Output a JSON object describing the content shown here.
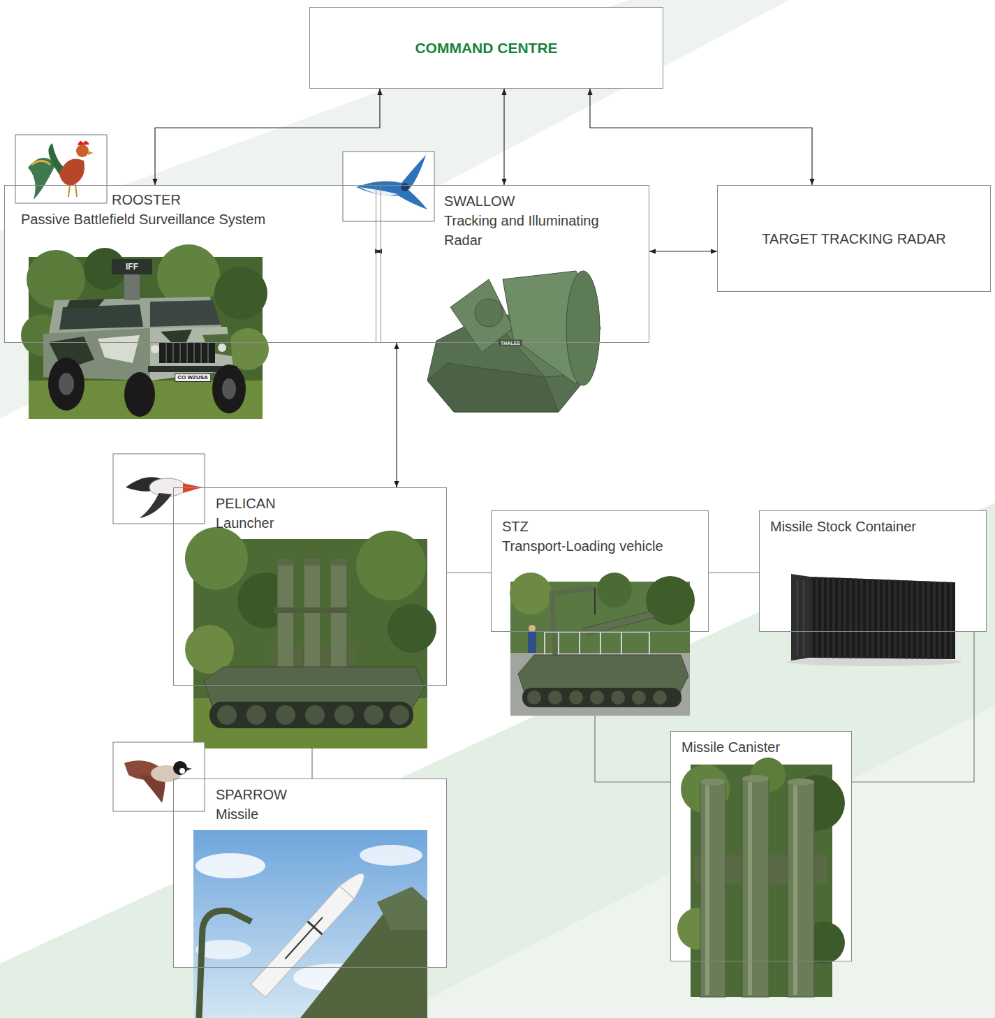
{
  "diagram": {
    "nodes": [
      {
        "text": [
          "COMMAND CENTRE"
        ]
      },
      {
        "text": [
          "ROOSTER",
          "Passive Battlefield Surveillance System"
        ]
      },
      {
        "text": [
          "SWALLOW",
          "Tracking and Illuminating Radar"
        ]
      },
      {
        "text": [
          "TARGET TRACKING RADAR"
        ]
      },
      {
        "text": [
          "PELICAN",
          "Launcher"
        ]
      },
      {
        "text": [
          "STZ",
          "Transport-Loading vehicle"
        ]
      },
      {
        "text": [
          "Missile Stock Container"
        ]
      },
      {
        "text": [
          "Missile Canister"
        ]
      },
      {
        "text": [
          "SPARROW",
          "Missile"
        ]
      }
    ],
    "edges": [
      {
        "from": 0,
        "to": 1,
        "arrow": "both"
      },
      {
        "from": 0,
        "to": 2,
        "arrow": "both"
      },
      {
        "from": 0,
        "to": 3,
        "arrow": "both"
      },
      {
        "from": 1,
        "to": 2,
        "arrow": "both"
      },
      {
        "from": 2,
        "to": 3,
        "arrow": "both"
      },
      {
        "from": 2,
        "to": 4,
        "arrow": "both"
      },
      {
        "from": 4,
        "to": 5,
        "arrow": "none"
      },
      {
        "from": 5,
        "to": 6,
        "arrow": "none"
      },
      {
        "from": 4,
        "to": 8,
        "arrow": "none"
      },
      {
        "from": 5,
        "to": 7,
        "arrow": "none"
      },
      {
        "from": 6,
        "to": 7,
        "arrow": "none"
      }
    ],
    "labels": [
      "IFF",
      "CO WZUSA",
      "THALES"
    ]
  }
}
